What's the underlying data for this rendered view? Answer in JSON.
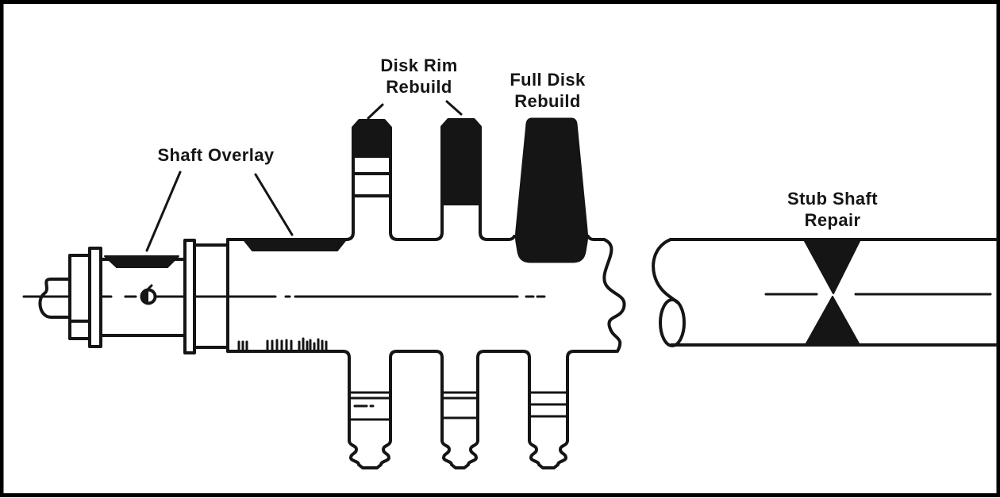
{
  "diagram": {
    "labels": {
      "shaft_overlay": "Shaft Overlay",
      "disk_rim_rebuild": {
        "line1": "Disk Rim",
        "line2": "Rebuild"
      },
      "full_disk_rebuild": {
        "line1": "Full Disk",
        "line2": "Rebuild"
      },
      "stub_shaft_repair": {
        "line1": "Stub Shaft",
        "line2": "Repair"
      }
    },
    "colors": {
      "ink": "#151515",
      "background": "#ffffff",
      "border": "#000000",
      "repair_fill": "#151515"
    }
  }
}
